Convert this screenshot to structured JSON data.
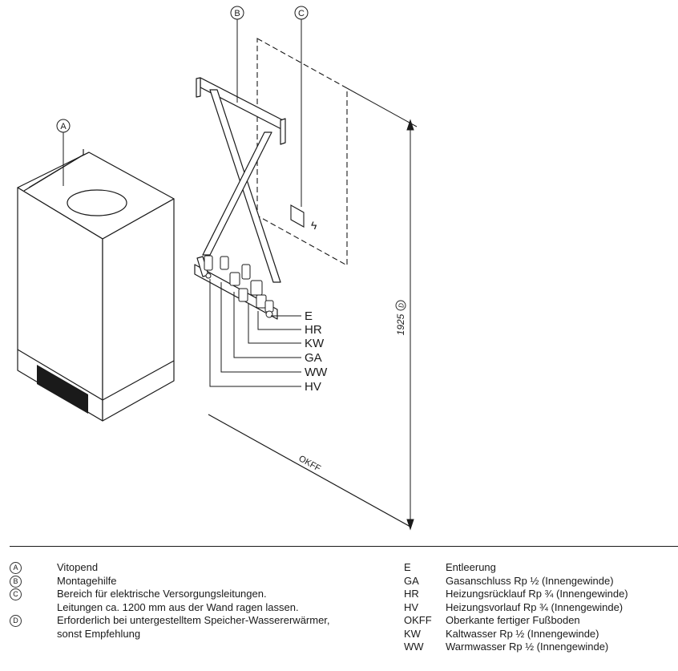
{
  "drawing": {
    "callouts": {
      "a": "A",
      "b": "B",
      "c": "C",
      "d": "D"
    },
    "connections": {
      "e": "E",
      "hr": "HR",
      "kw": "KW",
      "ga": "GA",
      "ww": "WW",
      "hv": "HV"
    },
    "height_dimension": "1925",
    "floor_label": "OKFF",
    "electric_symbol": "ϟ"
  },
  "legend_left": [
    {
      "key": "A",
      "text": "Vitopend"
    },
    {
      "key": "B",
      "text": "Montagehilfe"
    },
    {
      "key": "C",
      "text": "Bereich für elektrische Versorgungsleitungen."
    },
    {
      "key": "",
      "text": "Leitungen ca. 1200 mm aus der Wand ragen lassen."
    },
    {
      "key": "D",
      "text": "Erforderlich bei untergestelltem Speicher-Wassererwärmer,"
    },
    {
      "key": "",
      "text": "sonst Empfehlung"
    }
  ],
  "legend_right": [
    {
      "code": "E",
      "text": "Entleerung"
    },
    {
      "code": "GA",
      "text": "Gasanschluss Rp ½ (Innengewinde)"
    },
    {
      "code": "HR",
      "text": "Heizungsrücklauf Rp ¾ (Innengewinde)"
    },
    {
      "code": "HV",
      "text": "Heizungsvorlauf Rp ¾ (Innengewinde)"
    },
    {
      "code": "OKFF",
      "text": "Oberkante fertiger Fußboden"
    },
    {
      "code": "KW",
      "text": "Kaltwasser Rp ½ (Innengewinde)"
    },
    {
      "code": "WW",
      "text": "Warmwasser Rp ½ (Innengewinde)"
    }
  ]
}
